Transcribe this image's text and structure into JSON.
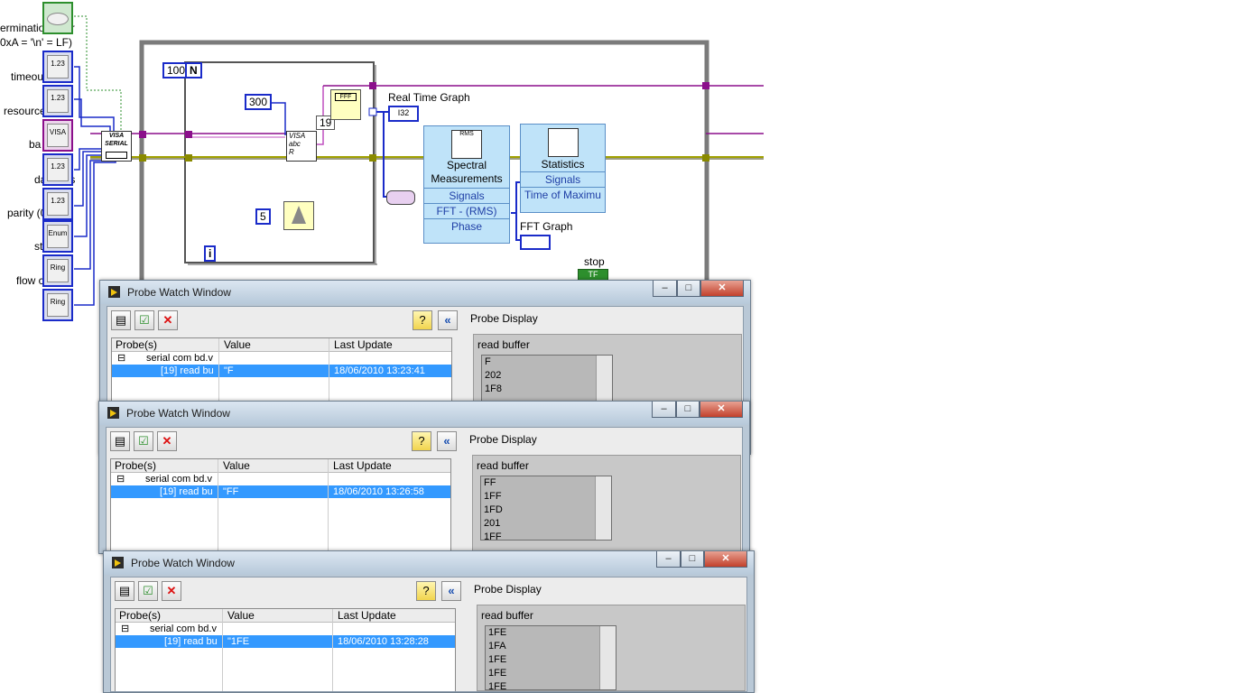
{
  "diagram": {
    "left_labels": [
      "ermination char",
      "0xA = '\\n' = LF)",
      "timeou",
      "resource",
      "ba",
      "data bits",
      "parity (0:none",
      "st",
      "flow co"
    ],
    "term_texts": [
      "1.23",
      "1.23",
      "VISA",
      "1.23",
      "1.23",
      "Enum",
      "Ring",
      "Ring"
    ],
    "const_100": "100",
    "const_N": "N",
    "const_300": "300",
    "const_19": "19",
    "const_5": "5",
    "const_i": "i",
    "real_time_graph": "Real Time Graph",
    "fft_graph": "FFT Graph",
    "stop_label": "stop",
    "spectral": {
      "title": "Spectral Measurements",
      "rows": [
        "Signals",
        "FFT - (RMS)",
        "Phase"
      ]
    },
    "statistics": {
      "title": "Statistics",
      "rows": [
        "Signals",
        "Time of Maximu"
      ]
    }
  },
  "probe_windows": [
    {
      "title": "Probe Watch Window",
      "columns": [
        "Probe(s)",
        "Value",
        "Last Update"
      ],
      "tree_parent": "serial com bd.v",
      "row": {
        "probe": "[19] read bu",
        "value": "\"F",
        "last_update": "18/06/2010 13:23:41"
      },
      "probe_display": "Probe Display",
      "buffer_label": "read buffer",
      "buffer_items": [
        "F",
        "202",
        "1F8"
      ]
    },
    {
      "title": "Probe Watch Window",
      "columns": [
        "Probe(s)",
        "Value",
        "Last Update"
      ],
      "tree_parent": "serial com bd.v",
      "row": {
        "probe": "[19] read bu",
        "value": "\"FF",
        "last_update": "18/06/2010 13:26:58"
      },
      "probe_display": "Probe Display",
      "buffer_label": "read buffer",
      "buffer_items": [
        "FF",
        "1FF",
        "1FD",
        "201",
        "1FF"
      ]
    },
    {
      "title": "Probe Watch Window",
      "columns": [
        "Probe(s)",
        "Value",
        "Last Update"
      ],
      "tree_parent": "serial com bd.v",
      "row": {
        "probe": "[19] read bu",
        "value": "\"1FE",
        "last_update": "18/06/2010 13:28:28"
      },
      "probe_display": "Probe Display",
      "buffer_label": "read buffer",
      "buffer_items": [
        "1FE",
        "1FA",
        "1FE",
        "1FE",
        "1FE"
      ]
    }
  ]
}
